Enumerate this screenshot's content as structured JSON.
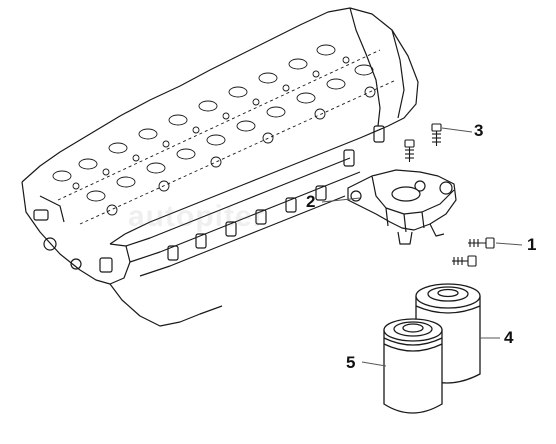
{
  "figure": {
    "callouts": [
      {
        "id": "1",
        "label": "1"
      },
      {
        "id": "2",
        "label": "2"
      },
      {
        "id": "3",
        "label": "3"
      },
      {
        "id": "4",
        "label": "4"
      },
      {
        "id": "5",
        "label": "5"
      }
    ],
    "watermark": "autopiter",
    "colors": {
      "line": "#1a1a1a",
      "leader": "#555555",
      "fill": "#ffffff"
    }
  }
}
